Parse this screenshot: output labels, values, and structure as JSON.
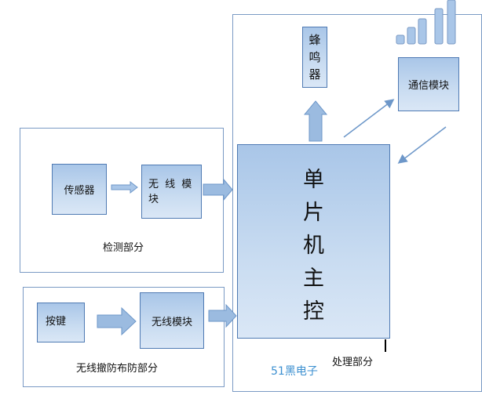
{
  "detect_section": {
    "sensor": "传感器",
    "wireless_module": "无 线 模 块",
    "caption": "检测部分"
  },
  "arm_section": {
    "keypad": "按键",
    "wireless_module": "无线模块",
    "caption": "无线撤防布防部分"
  },
  "process_section": {
    "buzzer": "蜂鸣器",
    "comm_module": "通信模块",
    "mcu": "单片机主控",
    "caption": "处理部分",
    "watermark": "51黑电子"
  },
  "colors": {
    "frame": "#7a9ac4",
    "box_fill": "#a9c6e8",
    "arrow_fill": "#9bbbe0",
    "watermark": "#3b8fd0"
  },
  "icons": [
    "signal-bars-icon"
  ]
}
